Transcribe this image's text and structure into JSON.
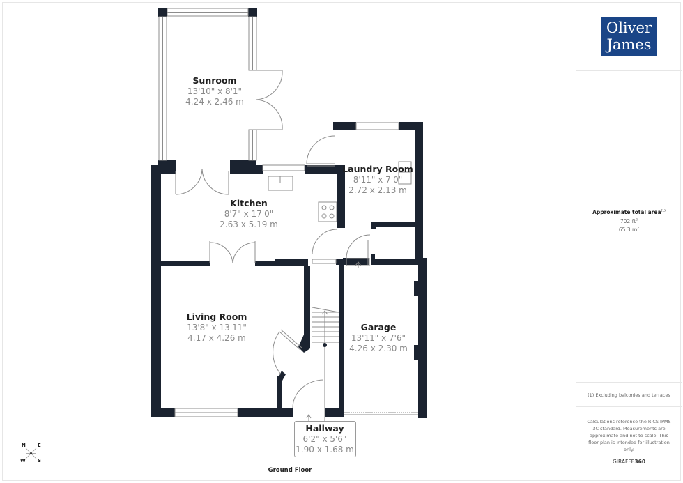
{
  "plan": {
    "floor_label": "Ground Floor",
    "compass": {
      "n": "N",
      "e": "E",
      "w": "W",
      "s": "S"
    },
    "colors": {
      "wall": "#1b2330",
      "line": "#8c8c8c",
      "background": "#ffffff"
    },
    "rooms": [
      {
        "id": "sunroom",
        "name": "Sunroom",
        "imperial": "13'10\" x 8'1\"",
        "metric": "4.24 x 2.46 m"
      },
      {
        "id": "kitchen",
        "name": "Kitchen",
        "imperial": "8'7\" x 17'0\"",
        "metric": "2.63 x 5.19 m"
      },
      {
        "id": "laundry",
        "name": "Laundry Room",
        "imperial": "8'11\" x 7'0\"",
        "metric": "2.72 x 2.13 m"
      },
      {
        "id": "living",
        "name": "Living Room",
        "imperial": "13'8\" x 13'11\"",
        "metric": "4.17 x 4.26 m"
      },
      {
        "id": "garage",
        "name": "Garage",
        "imperial": "13'11\" x 7'6\"",
        "metric": "4.26 x 2.30 m"
      },
      {
        "id": "hallway",
        "name": "Hallway",
        "imperial": "6'2\" x 5'6\"",
        "metric": "1.90 x 1.68 m"
      }
    ]
  },
  "sidebar": {
    "logo": {
      "line1": "Oliver",
      "line2": "James",
      "color": "#1a4587"
    },
    "area": {
      "title": "Approximate total area",
      "footnote_mark": "(1)",
      "imperial_value": "702 ft",
      "imperial_unit_sup": "2",
      "metric_value": "65.3 m",
      "metric_unit_sup": "2"
    },
    "footnote": "(1) Excluding balconies and terraces",
    "disclaimer": "Calculations reference the RICS IPMS 3C standard. Measurements are approximate and not to scale. This floor plan is intended for illustration only.",
    "brand": {
      "prefix": "GIRAFFE",
      "suffix": "360"
    }
  }
}
